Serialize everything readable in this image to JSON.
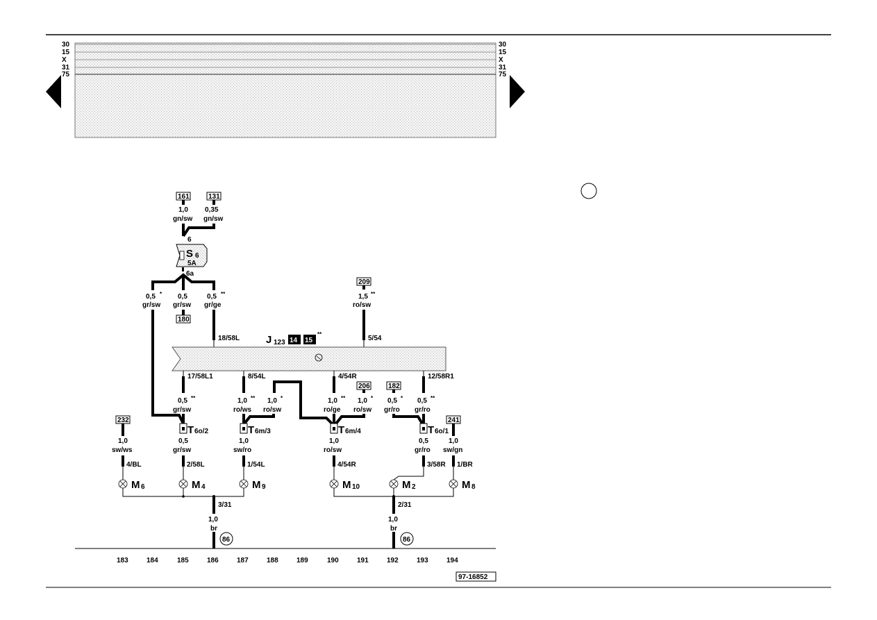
{
  "bus": {
    "labels": [
      "30",
      "15",
      "X",
      "31",
      "75"
    ]
  },
  "nav": {
    "prev_icon": "triangle-left-icon",
    "next_icon": "triangle-right-icon"
  },
  "fuse": {
    "in_terminal": "6",
    "name": "S",
    "number": "6",
    "rating": "5A",
    "out_terminal": "6a"
  },
  "top_refs": [
    {
      "ref": "161",
      "size": "1,0",
      "color": "gn/sw"
    },
    {
      "ref": "131",
      "size": "0,35",
      "color": "gn/sw"
    }
  ],
  "fuse_outputs": [
    {
      "size": "0,5",
      "mark": "*",
      "color": "gr/sw"
    },
    {
      "size": "0,5",
      "mark": "",
      "color": "gr/sw",
      "ref": "180"
    },
    {
      "size": "0,5",
      "mark": "**",
      "color": "gr/ge"
    }
  ],
  "relay_input": {
    "ref": "209",
    "size": "1,5",
    "mark": "**",
    "color": "ro/sw"
  },
  "control_unit": {
    "name": "J",
    "number": "123",
    "badges": [
      "14",
      "15"
    ],
    "mark": "**",
    "pin_left": "18/58L",
    "pin_right": "5/54"
  },
  "cu_outputs": {
    "p1": "17/58L1",
    "p2": "8/54L",
    "p3": "4/54R",
    "p4": "12/58R1"
  },
  "mid_wires": {
    "w1": {
      "size": "0,5",
      "mark": "**",
      "color": "gr/sw"
    },
    "w2": {
      "size": "1,0",
      "mark": "**",
      "color": "ro/ws"
    },
    "w3": {
      "size": "1,0",
      "mark": "*",
      "color": "ro/sw"
    },
    "w4": {
      "size": "1,0",
      "mark": "**",
      "color": "ro/ge"
    },
    "w5": {
      "size": "1,0",
      "mark": "*",
      "color": "ro/sw",
      "ref": "206"
    },
    "w6": {
      "size": "0,5",
      "mark": "*",
      "color": "gr/ro",
      "ref": "182"
    },
    "w7": {
      "size": "0,5",
      "mark": "**",
      "color": "gr/ro"
    }
  },
  "connectors": {
    "c1": {
      "name": "T",
      "sub": "6o/2"
    },
    "c2": {
      "name": "T",
      "sub": "6m/3"
    },
    "c3": {
      "name": "T",
      "sub": "6m/4"
    },
    "c4": {
      "name": "T",
      "sub": "6o/1"
    }
  },
  "lamp_wires": {
    "l1": {
      "ref": "232",
      "size": "1,0",
      "color": "sw/ws",
      "pin": "4/BL"
    },
    "l2": {
      "size": "0,5",
      "color": "gr/sw",
      "pin": "2/58L"
    },
    "l3": {
      "size": "1,0",
      "color": "sw/ro",
      "pin": "1/54L"
    },
    "l4": {
      "size": "1,0",
      "color": "ro/sw",
      "pin": "4/54R"
    },
    "l5": {
      "size": "0,5",
      "color": "gr/ro",
      "pin": "3/58R"
    },
    "l6": {
      "ref": "241",
      "size": "1,0",
      "color": "sw/gn",
      "pin": "1/BR"
    }
  },
  "lamps": {
    "m6": {
      "name": "M",
      "sub": "6"
    },
    "m4": {
      "name": "M",
      "sub": "4"
    },
    "m9": {
      "name": "M",
      "sub": "9"
    },
    "m10": {
      "name": "M",
      "sub": "10"
    },
    "m2": {
      "name": "M",
      "sub": "2"
    },
    "m8": {
      "name": "M",
      "sub": "8"
    }
  },
  "grounds": {
    "g1": {
      "pin": "3/31",
      "size": "1,0",
      "color": "br",
      "point": "86"
    },
    "g2": {
      "pin": "2/31",
      "size": "1,0",
      "color": "br",
      "point": "86"
    }
  },
  "track_numbers": [
    "183",
    "184",
    "185",
    "186",
    "187",
    "188",
    "189",
    "190",
    "191",
    "192",
    "193",
    "194"
  ],
  "diagram_id": "97-16852"
}
